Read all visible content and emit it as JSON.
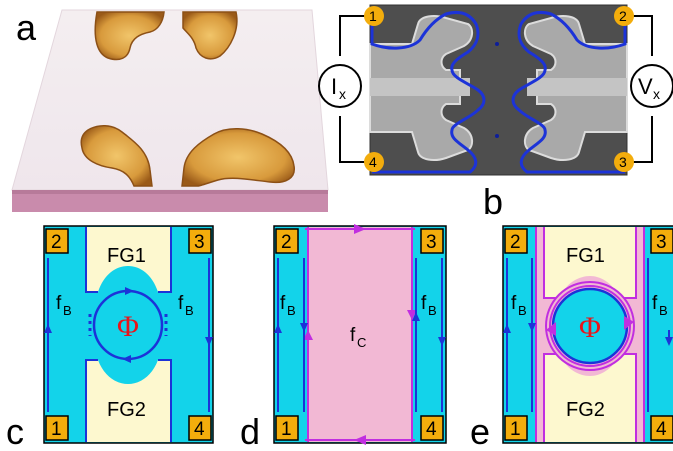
{
  "panel_labels": {
    "a": "a",
    "b": "b",
    "c": "c",
    "d": "d",
    "e": "e"
  },
  "panel_b": {
    "contacts": [
      "1",
      "2",
      "3",
      "4"
    ],
    "current_meter": {
      "symbol": "I",
      "sub": "x"
    },
    "voltage_meter": {
      "symbol": "V",
      "sub": "x"
    }
  },
  "panel_c": {
    "contacts": [
      "1",
      "2",
      "3",
      "4"
    ],
    "gate_top": "FG1",
    "gate_bottom": "FG2",
    "filling_left": {
      "symbol": "f",
      "sub": "B"
    },
    "filling_right": {
      "symbol": "f",
      "sub": "B"
    },
    "flux": "Φ"
  },
  "panel_d": {
    "contacts": [
      "1",
      "2",
      "3",
      "4"
    ],
    "filling_left": {
      "symbol": "f",
      "sub": "B"
    },
    "filling_right": {
      "symbol": "f",
      "sub": "B"
    },
    "filling_center": {
      "symbol": "f",
      "sub": "C"
    }
  },
  "panel_e": {
    "contacts": [
      "1",
      "2",
      "3",
      "4"
    ],
    "gate_top": "FG1",
    "gate_bottom": "FG2",
    "filling_left": {
      "symbol": "f",
      "sub": "B"
    },
    "filling_right": {
      "symbol": "f",
      "sub": "B"
    },
    "flux": "Φ"
  },
  "colors": {
    "cyan_region": "#13d3ea",
    "gate_region": "#fdf8cf",
    "pink_region": "#f2b8d4",
    "edge_blue": "#1c33d8",
    "edge_magenta": "#c12ee0",
    "contact_orange": "#f3ad0c",
    "flux_red": "#e8141b",
    "gold_pad": "#d89a3c"
  }
}
